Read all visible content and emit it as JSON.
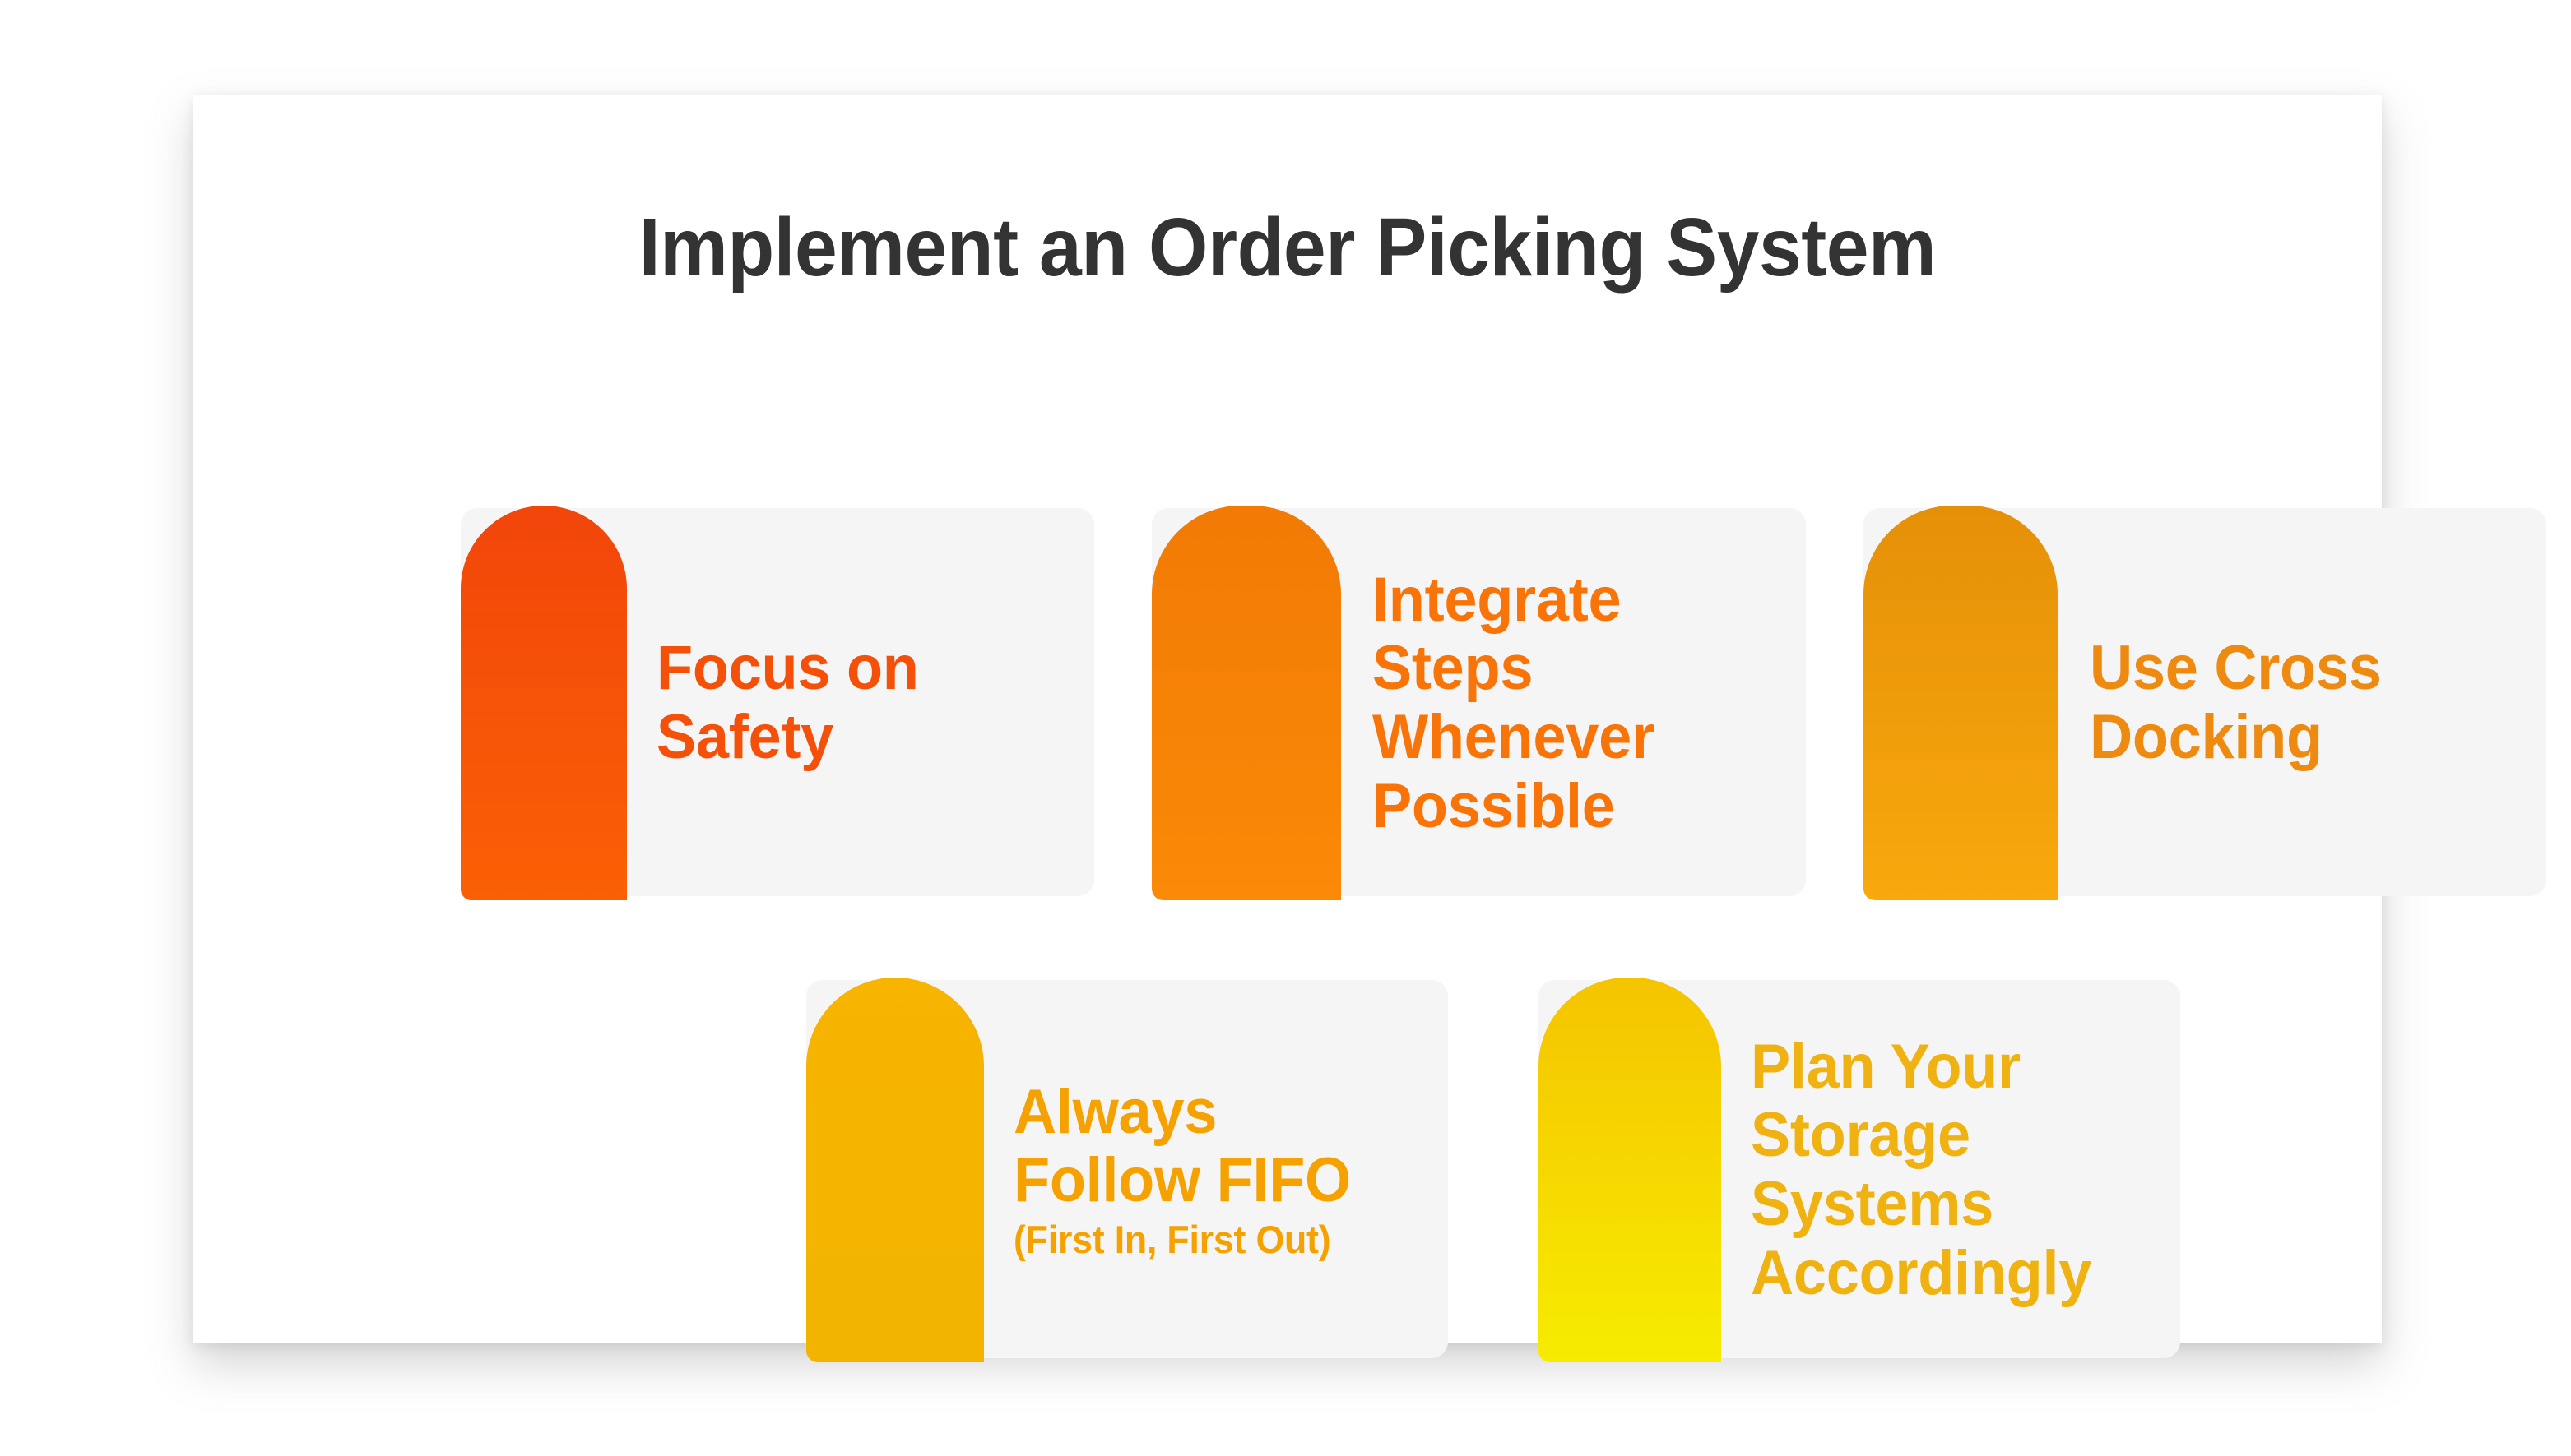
{
  "page": {
    "background_color": "#FFFFFF",
    "panel_color": "#FFFFFF",
    "card_background_color": "#F4F5F4"
  },
  "header": {
    "title": "Implement an Order Picking System",
    "title_color": "#333333"
  },
  "cards": [
    {
      "id": "card-1",
      "label": "Focus on Safety",
      "subtitle": "",
      "text_color": "#F4500A",
      "tab_gradient_from": "#F2450A",
      "tab_gradient_to": "#FA6005",
      "row": 1
    },
    {
      "id": "card-2",
      "label": "Integrate Steps Whenever Possible",
      "subtitle": "",
      "text_color": "#F97408",
      "tab_gradient_from": "#F27A05",
      "tab_gradient_to": "#FA8A07",
      "row": 1
    },
    {
      "id": "card-3",
      "label": "Use Cross Docking",
      "subtitle": "",
      "text_color": "#EE8A10",
      "tab_gradient_from": "#E59008",
      "tab_gradient_to": "#F9A80D",
      "row": 1
    },
    {
      "id": "card-4",
      "label": "Always Follow FIFO",
      "subtitle": "(First In, First Out)",
      "text_color": "#F5A200",
      "tab_gradient_from": "#F7B400",
      "tab_gradient_to": "#F2B400",
      "row": 2
    },
    {
      "id": "card-5",
      "label": "Plan Your Storage Systems Accordingly",
      "subtitle": "",
      "text_color": "#EFB211",
      "tab_gradient_from": "#F5C400",
      "tab_gradient_to": "#F6EC00",
      "row": 2
    }
  ]
}
